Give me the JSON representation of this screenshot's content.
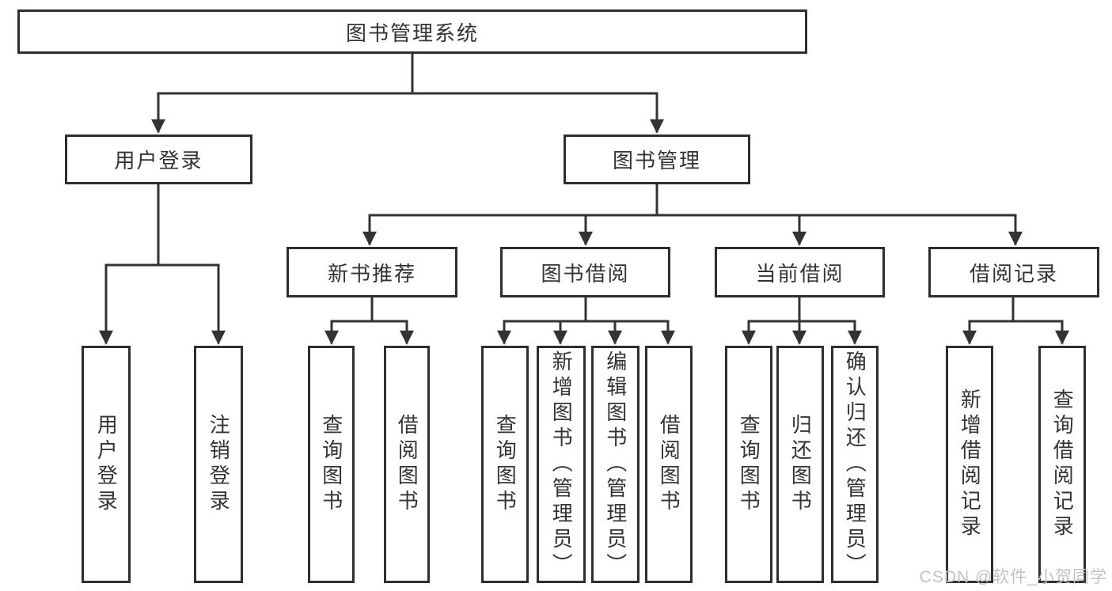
{
  "nodes": {
    "root": "图书管理系统",
    "user_login": "用户登录",
    "book_mgmt": "图书管理",
    "new_book_rec": "新书推荐",
    "book_borrow": "图书借阅",
    "current_borrow": "当前借阅",
    "borrow_record": "借阅记录",
    "leaf_user_login": "用户登录",
    "leaf_logout": "注销登录",
    "leaf_query_books_a": "查询图书",
    "leaf_borrow_books_a": "借阅图书",
    "leaf_query_books_b": "查询图书",
    "leaf_add_books_admin": "新增图书（管理员）",
    "leaf_edit_books_admin": "编辑图书（管理员）",
    "leaf_borrow_books_b": "借阅图书",
    "leaf_query_books_c": "查询图书",
    "leaf_return_books": "归还图书",
    "leaf_confirm_return_admin": "确认归还（管理员）",
    "leaf_add_borrow_record": "新增借阅记录",
    "leaf_query_borrow_record": "查询借阅记录"
  },
  "hierarchy": {
    "root": [
      "user_login",
      "book_mgmt"
    ],
    "user_login": [
      "leaf_user_login",
      "leaf_logout"
    ],
    "book_mgmt": [
      "new_book_rec",
      "book_borrow",
      "current_borrow",
      "borrow_record"
    ],
    "new_book_rec": [
      "leaf_query_books_a",
      "leaf_borrow_books_a"
    ],
    "book_borrow": [
      "leaf_query_books_b",
      "leaf_add_books_admin",
      "leaf_edit_books_admin",
      "leaf_borrow_books_b"
    ],
    "current_borrow": [
      "leaf_query_books_c",
      "leaf_return_books",
      "leaf_confirm_return_admin"
    ],
    "borrow_record": [
      "leaf_add_borrow_record",
      "leaf_query_borrow_record"
    ]
  },
  "watermark": {
    "text": "CSDN @软件_小贺同学"
  },
  "colors": {
    "line": "#333333",
    "box_border": "#2e2e2e",
    "text": "#333333",
    "watermark": "#c6c1c1",
    "background": "#ffffff"
  }
}
